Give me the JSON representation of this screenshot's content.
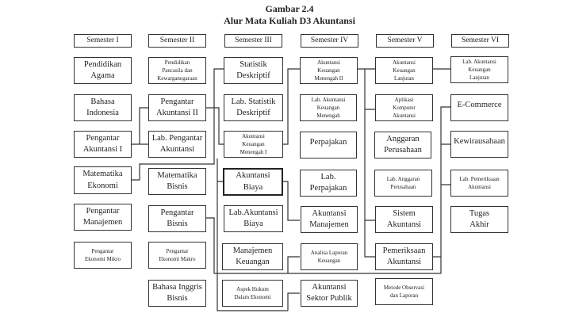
{
  "title": {
    "line1": "Gambar 2.4",
    "line2": "Alur Mata Kuliah D3 Akuntansi"
  },
  "semesters": [
    "Semester I",
    "Semester II",
    "Semester III",
    "Semester IV",
    "Semester V",
    "Semester VI"
  ],
  "courses": {
    "s1": [
      "Pendidikan\nAgama",
      "Bahasa\nIndonesia",
      "Pengantar\nAkuntansi I",
      "Matematika\nEkonomi",
      "Pengantar\nManajemen",
      "Pengantar\nEkonomi Mikro"
    ],
    "s2": [
      "Pendidikan\nPancasila dan\nKewarganegaraan",
      "Pengantar\nAkuntansi II",
      "Lab. Pengantar\nAkuntansi",
      "Matematika\nBisnis",
      "Pengantar\nBisnis",
      "Pengantar\nEkonomi Makro",
      "Bahasa Inggris\nBisnis"
    ],
    "s3": [
      "Statistik\nDeskriptif",
      "Lab. Statistik\nDeskriptif",
      "Akuntansi\nKeuangan\nMenengah I",
      "Akuntansi\nBiaya",
      "Lab.Akuntansi\nBiaya",
      "Manajemen\nKeuangan",
      "Aspek Hukum\nDalam Ekonomi"
    ],
    "s4": [
      "Akuntansi\nKeuangan\nMenengah II",
      "Lab. Akuntansi\nKeuangan\nMenengah",
      "Perpajakan",
      "Lab.\nPerpajakan",
      "Akuntansi\nManajemen",
      "Analisa Laporan\nKeuangan",
      "Akuntansi\nSektor Publik"
    ],
    "s5": [
      "Akuntansi\nKeuangan\nLanjutan",
      "Aplikasi\nKomputer\nAkuntansi",
      "Anggaran\nPerusahaan",
      "Lab. Anggaran\nPerusahaan",
      "Sistem\nAkuntansi",
      "Pemeriksaan\nAkuntansi",
      "Metode Observasi\ndan Laporan"
    ],
    "s6": [
      "Lab. Akuntansi\nKeuangan\nLanjutan",
      "E-Commerce",
      "Kewirausahaan",
      "Lab. Pemeriksaan\nAkuntansi",
      "Tugas\nAkhir"
    ]
  }
}
